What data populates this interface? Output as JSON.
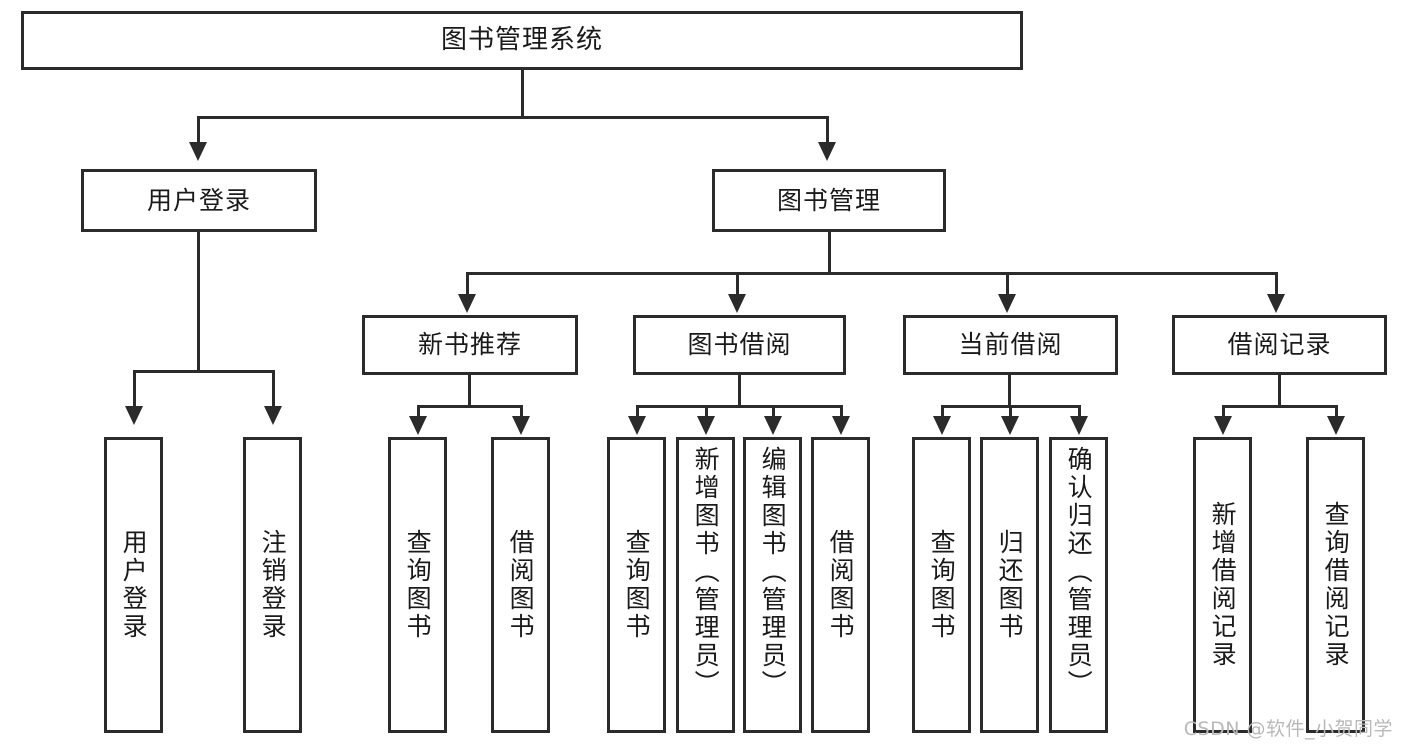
{
  "diagram": {
    "title": "图书管理系统",
    "type": "tree-hierarchy-diagram",
    "colors": {
      "stroke": "#2b2b2b",
      "fill": "#ffffff",
      "text": "#1a1a1a",
      "watermark": "#b9b9b9"
    },
    "nodes": {
      "root": {
        "label": "图书管理系统"
      },
      "level2": [
        {
          "id": "user-login",
          "label": "用户登录"
        },
        {
          "id": "book-management",
          "label": "图书管理"
        }
      ],
      "level3": [
        {
          "id": "new-book-recommend",
          "label": "新书推荐"
        },
        {
          "id": "book-borrow",
          "label": "图书借阅"
        },
        {
          "id": "current-borrow",
          "label": "当前借阅"
        },
        {
          "id": "borrow-record",
          "label": "借阅记录"
        }
      ],
      "leaves": {
        "user-login": [
          {
            "id": "leaf-user-login",
            "label": "用户登录"
          },
          {
            "id": "leaf-user-logout",
            "label": "注销登录"
          }
        ],
        "new-book-recommend": [
          {
            "id": "leaf-query-book-1",
            "label": "查询图书"
          },
          {
            "id": "leaf-borrow-book-1",
            "label": "借阅图书"
          }
        ],
        "book-borrow": [
          {
            "id": "leaf-query-book-2",
            "label": "查询图书"
          },
          {
            "id": "leaf-add-book",
            "label": "新增图书（管理员）"
          },
          {
            "id": "leaf-edit-book",
            "label": "编辑图书（管理员）"
          },
          {
            "id": "leaf-borrow-book-2",
            "label": "借阅图书"
          }
        ],
        "current-borrow": [
          {
            "id": "leaf-query-book-3",
            "label": "查询图书"
          },
          {
            "id": "leaf-return-book",
            "label": "归还图书"
          },
          {
            "id": "leaf-confirm-return",
            "label": "确认归还（管理员）"
          }
        ],
        "borrow-record": [
          {
            "id": "leaf-add-record",
            "label": "新增借阅记录"
          },
          {
            "id": "leaf-query-record",
            "label": "查询借阅记录"
          }
        ]
      }
    },
    "watermark": "CSDN @软件_小贺同学"
  }
}
